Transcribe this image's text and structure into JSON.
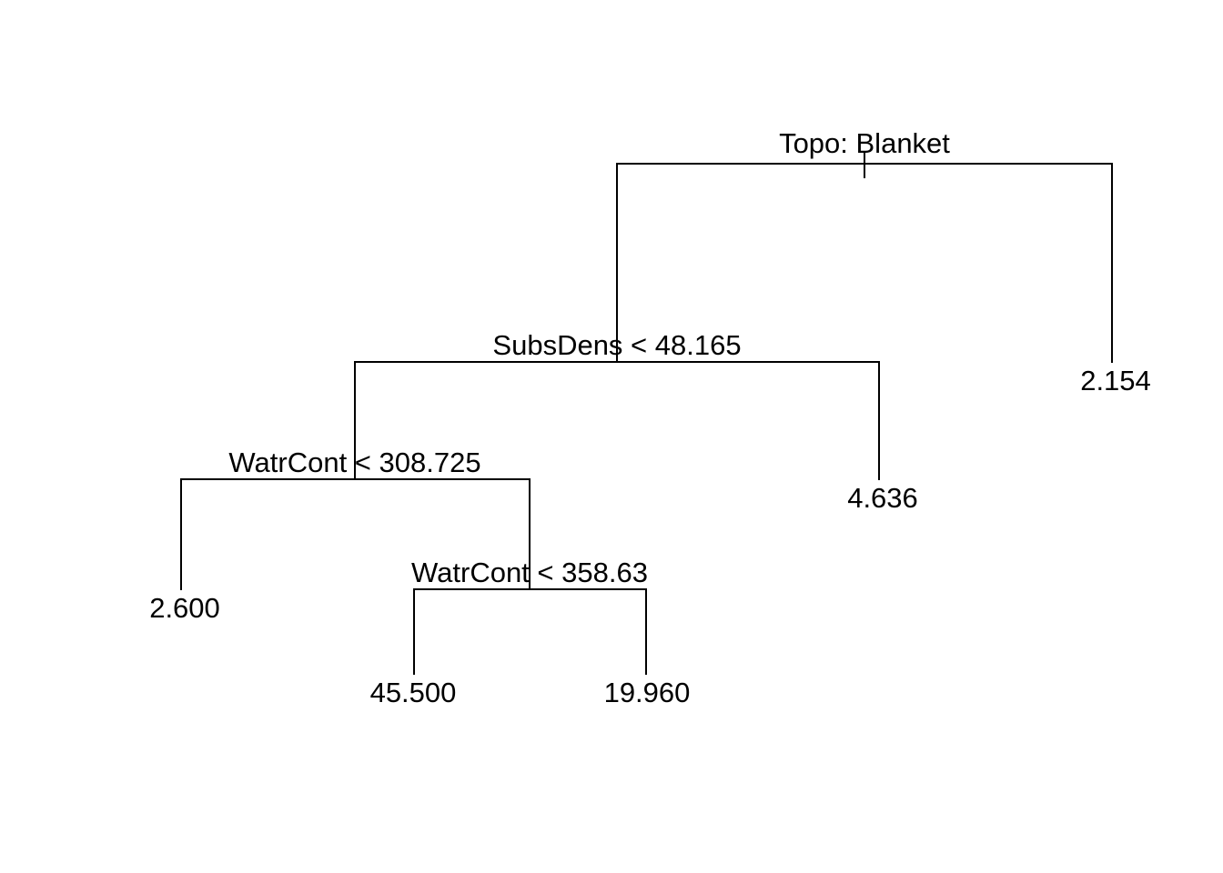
{
  "tree": {
    "line_color": "#000000",
    "text_color": "#000000",
    "splits": [
      {
        "id": "topo",
        "label": "Topo: Blanket"
      },
      {
        "id": "subsdens",
        "label": "SubsDens < 48.165"
      },
      {
        "id": "watrcont1",
        "label": "WatrCont < 308.725"
      },
      {
        "id": "watrcont2",
        "label": "WatrCont < 358.63"
      }
    ],
    "leaves": [
      {
        "id": "leaf-a",
        "value": "2.154"
      },
      {
        "id": "leaf-b",
        "value": "4.636"
      },
      {
        "id": "leaf-c",
        "value": "2.600"
      },
      {
        "id": "leaf-d",
        "value": "45.500"
      },
      {
        "id": "leaf-e",
        "value": "19.960"
      }
    ]
  }
}
